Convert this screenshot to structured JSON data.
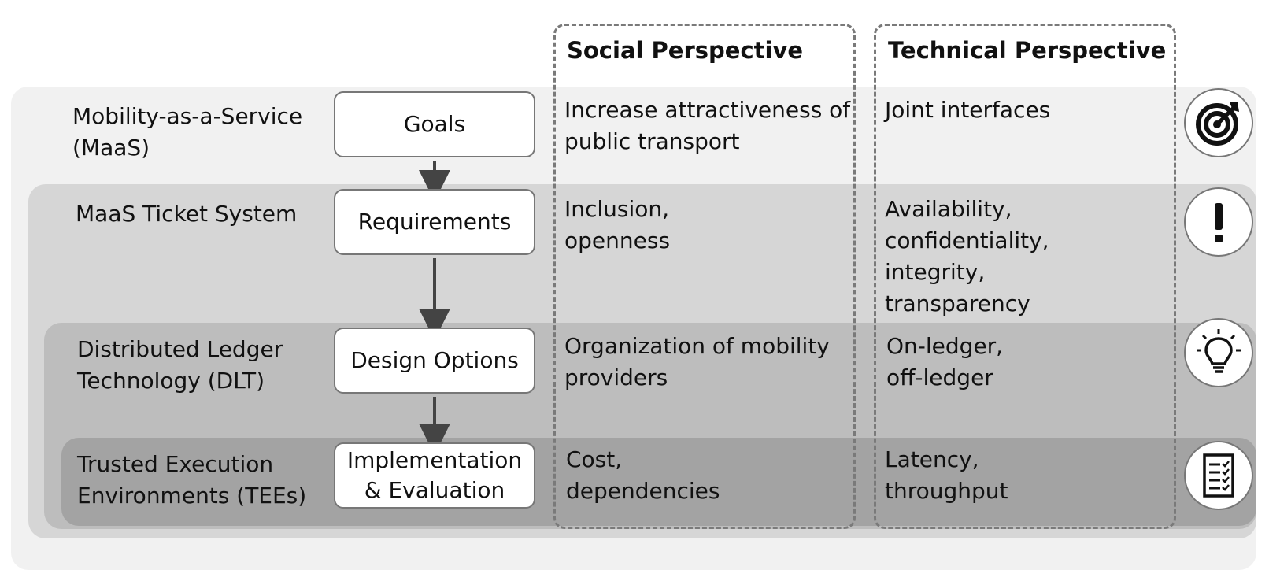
{
  "perspectives": {
    "social_title": "Social Perspective",
    "technical_title": "Technical Perspective"
  },
  "rows": [
    {
      "layer_label": "Mobility-as-a-Service\n(MaaS)",
      "stage": "Goals",
      "social": "Increase attractiveness of\npublic transport",
      "technical": "Joint interfaces",
      "icon": "target-icon"
    },
    {
      "layer_label": "MaaS Ticket System",
      "stage": "Requirements",
      "social": "Inclusion,\nopenness",
      "technical": "Availability,\nconfidentiality,\nintegrity,\ntransparency",
      "icon": "exclamation-icon"
    },
    {
      "layer_label": "Distributed Ledger\nTechnology (DLT)",
      "stage": "Design Options",
      "social": "Organization of mobility\nproviders",
      "technical": "On-ledger,\noff-ledger",
      "icon": "lightbulb-icon"
    },
    {
      "layer_label": "Trusted Execution\nEnvironments (TEEs)",
      "stage": "Implementation\n& Evaluation",
      "social": "Cost,\ndependencies",
      "technical": "Latency,\nthroughput",
      "icon": "checklist-icon"
    }
  ],
  "colors": {
    "layer_1": "#f1f1f1",
    "layer_2": "#d6d6d6",
    "layer_3": "#bdbdbd",
    "layer_4": "#a3a3a3",
    "arrow": "#444444",
    "frame": "#7a7a7a"
  }
}
